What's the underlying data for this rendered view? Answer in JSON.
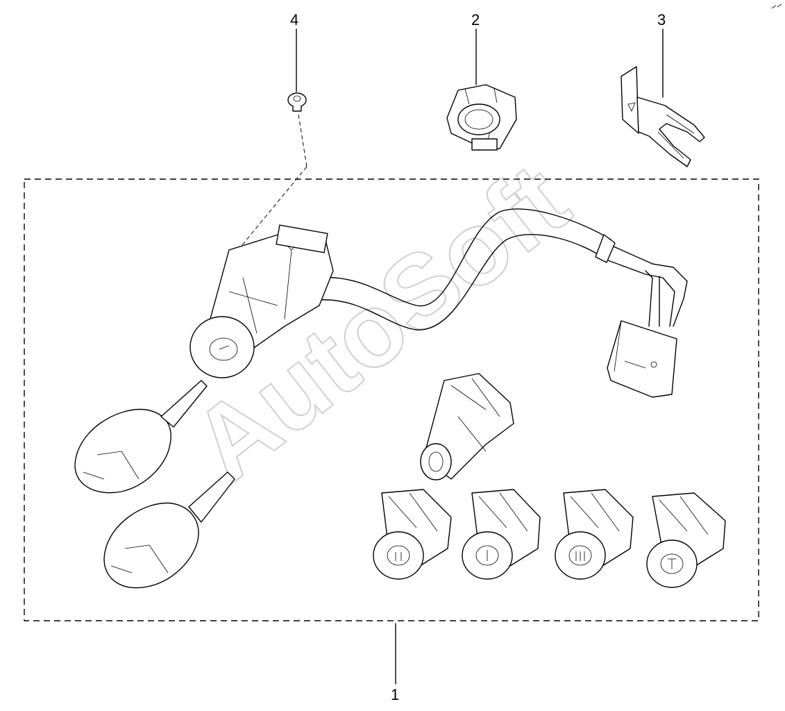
{
  "callouts": {
    "c1": "1",
    "c2": "2",
    "c3": "3",
    "c4": "4"
  },
  "watermark": "AutoSoft",
  "colors": {
    "line": "#000000",
    "watermark": "#cfcfcf",
    "background": "#ffffff"
  }
}
